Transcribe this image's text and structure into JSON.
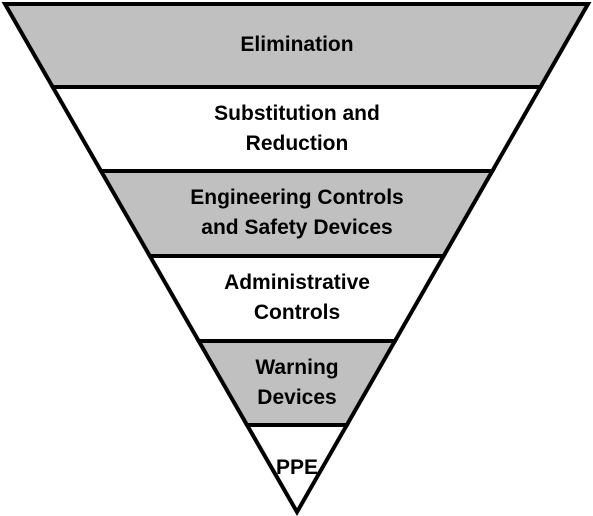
{
  "diagram": {
    "colors": {
      "shaded": "#c0c0c0",
      "plain": "#ffffff",
      "outline": "#000000"
    },
    "levels": [
      {
        "lines": [
          "Elimination"
        ],
        "fill": "shaded"
      },
      {
        "lines": [
          "Substitution and",
          "Reduction"
        ],
        "fill": "plain"
      },
      {
        "lines": [
          "Engineering Controls",
          "and Safety Devices"
        ],
        "fill": "shaded"
      },
      {
        "lines": [
          "Administrative",
          "Controls"
        ],
        "fill": "plain"
      },
      {
        "lines": [
          "Warning",
          "Devices"
        ],
        "fill": "shaded"
      },
      {
        "lines": [
          "PPE"
        ],
        "fill": "plain"
      }
    ]
  }
}
